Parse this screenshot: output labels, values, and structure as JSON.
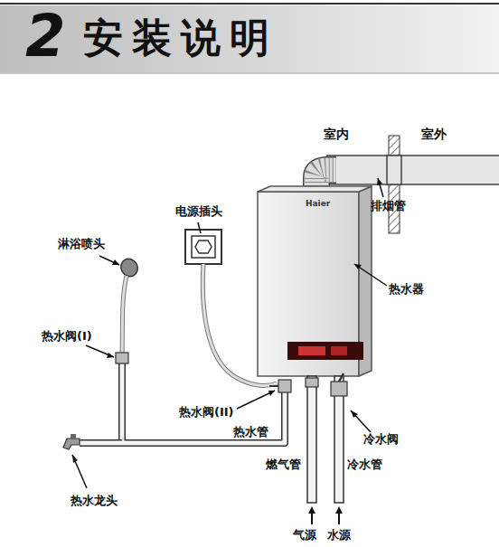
{
  "diagram": {
    "title": "安装说明",
    "labels": [
      "2",
      "室内",
      "室外",
      "排烟管",
      "电源插头",
      "淋浴喷头",
      "热水器",
      "热水阀(I)",
      "热水阀(II)",
      "热水管",
      "冷水阀",
      "燃气管",
      "冷水管",
      "热水龙头",
      "气源",
      "水源",
      "Haier"
    ]
  }
}
